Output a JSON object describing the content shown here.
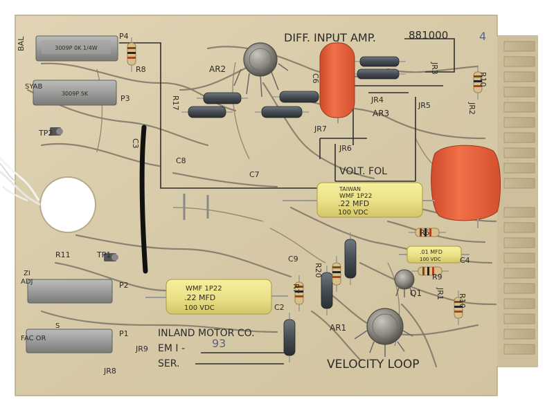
{
  "silkscreen": {
    "title": "DIFF. INPUT AMP.",
    "board_number": "881000",
    "number_suffix": "4",
    "bal": "BAL",
    "symb": "SYAB",
    "tp2": "TP2",
    "tp1": "TP1",
    "p1": "P1",
    "p2": "P2",
    "p3": "P3",
    "p4": "P4",
    "r8": "R8",
    "r10": "R10",
    "r11": "R11",
    "r17": "R17",
    "r20": "R20",
    "ar1": "AR1",
    "ar2": "AR2",
    "ar3": "AR3",
    "q1": "Q1",
    "c2": "C2",
    "c3": "C3",
    "c4": "C4",
    "c6": "C6",
    "c7": "C7",
    "c8": "C8",
    "c9": "C9",
    "r5": "R5",
    "r7": "R7",
    "r9": "R9",
    "jr1": "JR1",
    "jr2": "JR2",
    "jr3": "JR3",
    "jr4": "JR4",
    "jr5": "JR5",
    "jr6": "JR6",
    "jr7": "JR7",
    "jr8": "JR8",
    "jr9": "JR9",
    "volt_fol": "VOLT. FOL",
    "zero_adj_1": "ZI",
    "zero_adj_2": "ADJ",
    "scale_1": "S",
    "scale_2": "FAC OR",
    "company": "INLAND MOTOR CO.",
    "em_label": "EM I -",
    "em_value": "93",
    "ser_label": "SER.",
    "velocity_loop": "VELOCITY  LOOP"
  },
  "capacitor_large": {
    "maker": "TAIWAN",
    "part": "WMF 1P22",
    "value": ".22 MFD",
    "voltage": "100 VDC"
  },
  "capacitor_lower": {
    "part": "WMF 1P22",
    "value": ".22 MFD",
    "voltage": "100 VDC"
  },
  "capacitor_small": {
    "value": ".01 MFD",
    "voltage": "100 VDC"
  },
  "pot_p4_marking": "3009P 0K 1/4W",
  "pot_p3_marking": "3009P 5K",
  "colors": {
    "board": "#d8cbaa",
    "silkscreen": "#2a2a2a",
    "capacitor_yellow": "#ece28a",
    "capacitor_orange": "#e85f3a",
    "resistor_body": "#4a5058",
    "trimpot": "#9a9a98"
  }
}
